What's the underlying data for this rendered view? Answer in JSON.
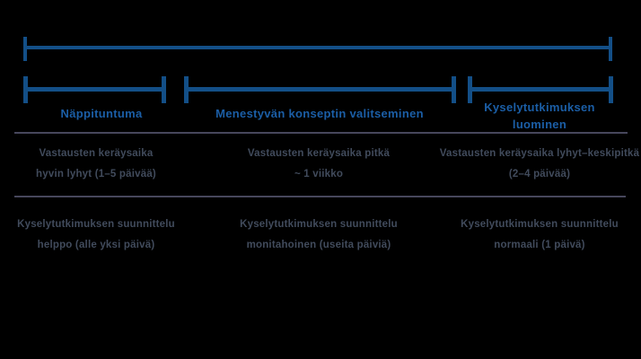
{
  "colors": {
    "background": "#000000",
    "bracket_blue": "#134f87",
    "phase_label_blue": "#1b5ea6",
    "body_text_slate": "#414b5c",
    "divider_slate": "#47475c"
  },
  "timeline": {
    "phases": [
      {
        "label": "Näppituntuma"
      },
      {
        "label": "Menestyvän konseptin valitseminen"
      },
      {
        "label": "Kyselytutkimuksen luominen"
      }
    ]
  },
  "table": {
    "rows": [
      {
        "cells": [
          {
            "line1": "Vastausten keräysaika",
            "line2": "hyvin lyhyt (1–5 päivää)"
          },
          {
            "line1": "Vastausten keräysaika pitkä",
            "line2": "~ 1 viikko"
          },
          {
            "line1": "Vastausten keräysaika lyhyt–keskipitkä",
            "line2": "(2–4 päivää)"
          }
        ]
      },
      {
        "cells": [
          {
            "line1": "Kyselytutkimuksen suunnittelu",
            "line2": "helppo (alle yksi päivä)"
          },
          {
            "line1": "Kyselytutkimuksen suunnittelu",
            "line2": "monitahoinen (useita päiviä)"
          },
          {
            "line1": "Kyselytutkimuksen suunnittelu",
            "line2": "normaali (1 päivä)"
          }
        ]
      }
    ]
  }
}
